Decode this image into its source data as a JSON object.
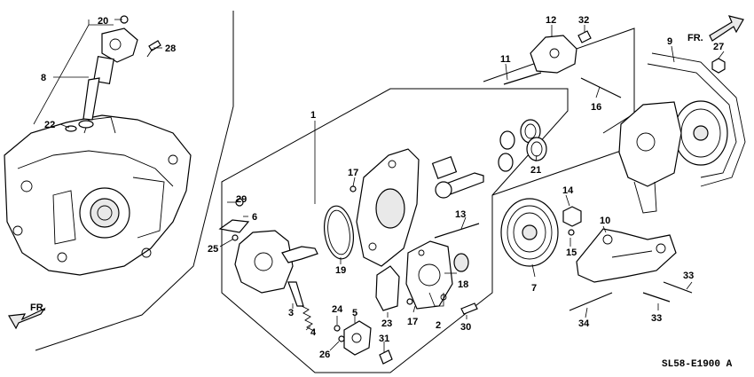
{
  "diagram": {
    "code": "SL58-E1900 A",
    "direction_labels": [
      "FR.",
      "FR."
    ],
    "callouts": [
      "1",
      "2",
      "3",
      "4",
      "5",
      "6",
      "7",
      "8",
      "9",
      "10",
      "11",
      "12",
      "13",
      "14",
      "15",
      "16",
      "17",
      "17",
      "18",
      "19",
      "20",
      "21",
      "22",
      "23",
      "24",
      "25",
      "26",
      "27",
      "28",
      "29",
      "30",
      "31",
      "32",
      "33",
      "33",
      "34"
    ]
  }
}
